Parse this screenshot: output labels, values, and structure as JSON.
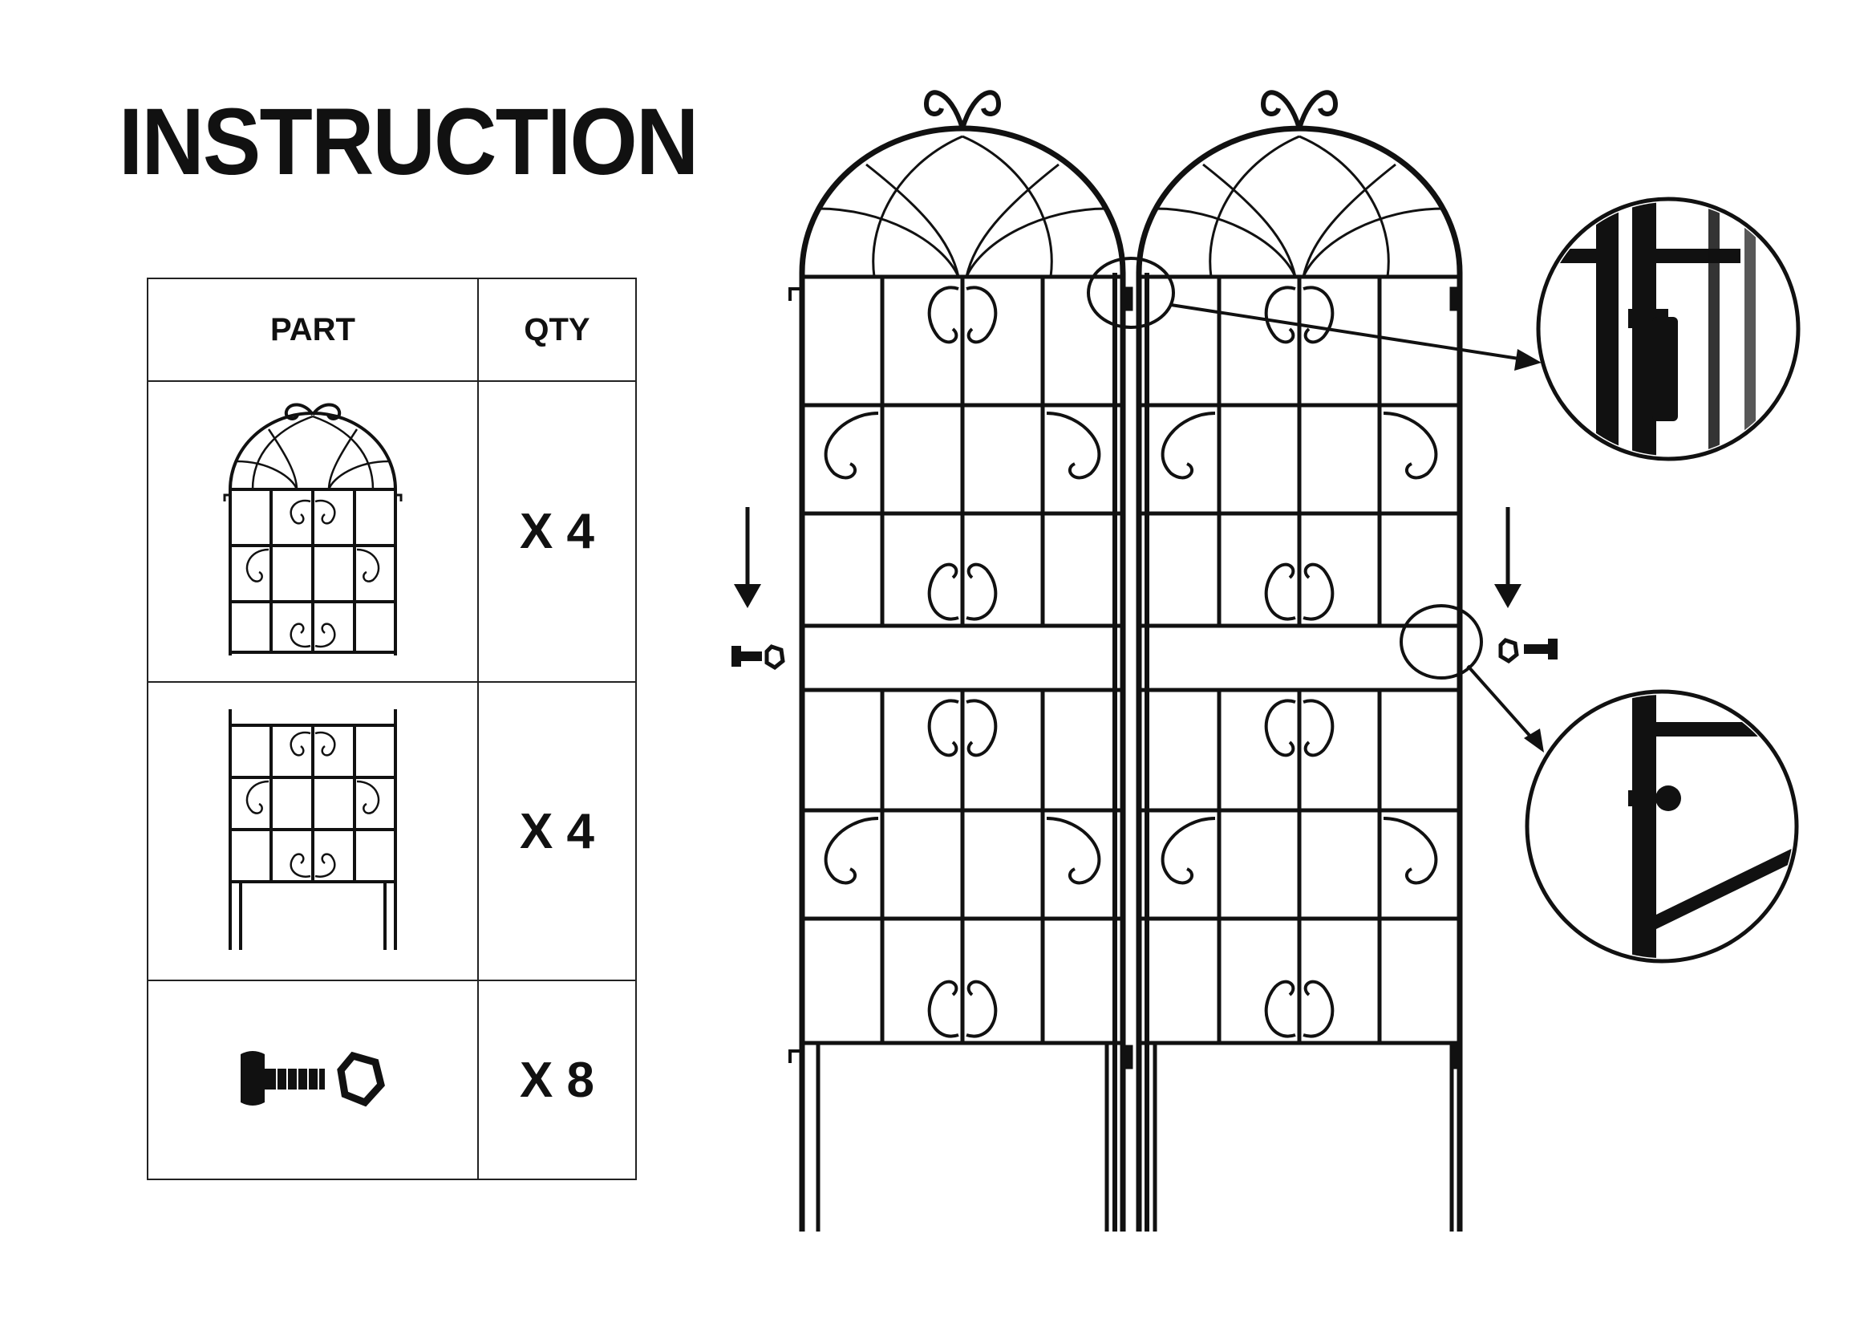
{
  "title": "INSTRUCTION",
  "table": {
    "headers": {
      "part": "PART",
      "qty": "QTY"
    },
    "rows": [
      {
        "part_icon": "arched-trellis-top-panel-icon",
        "qty": "X 4"
      },
      {
        "part_icon": "trellis-bottom-panel-with-stakes-icon",
        "qty": "X 4"
      },
      {
        "part_icon": "bolt-and-nut-icon",
        "qty": "X 8"
      }
    ]
  },
  "diagram": {
    "assembled_panels": 2,
    "detail_icons": [
      "hook-connection-detail-icon",
      "bolt-connection-detail-icon"
    ],
    "arrow_icons": [
      "down-arrow-icon",
      "callout-arrow-icon"
    ]
  },
  "colors": {
    "ink": "#111111",
    "background": "#ffffff"
  }
}
